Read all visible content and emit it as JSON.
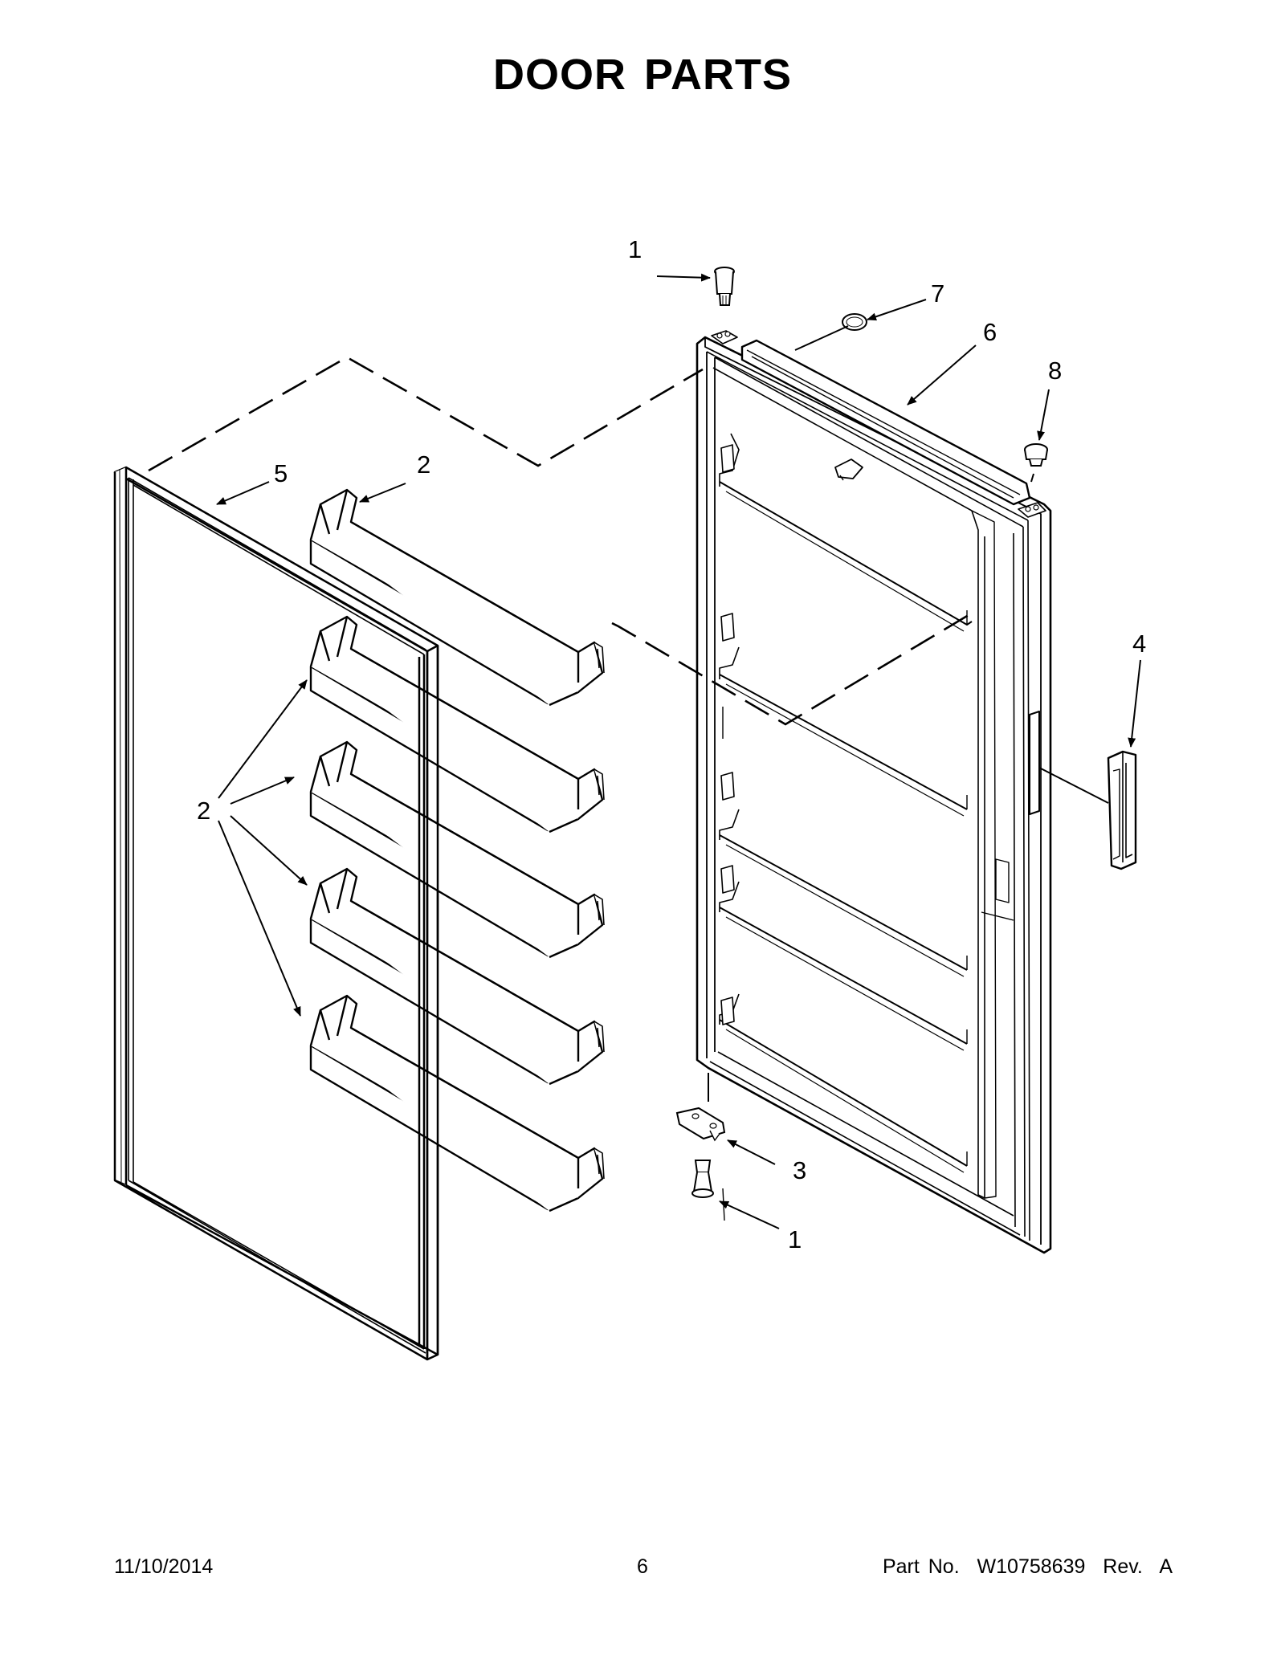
{
  "title": "DOOR PARTS",
  "callouts": {
    "c1_top": "1",
    "c7": "7",
    "c6": "6",
    "c8": "8",
    "c5": "5",
    "c2_top": "2",
    "c4": "4",
    "c2_group": "2",
    "c3": "3",
    "c1_bottom": "1"
  },
  "footer": {
    "date": "11/10/2014",
    "page": "6",
    "part": "Part No.  W10758639  Rev.  A"
  }
}
